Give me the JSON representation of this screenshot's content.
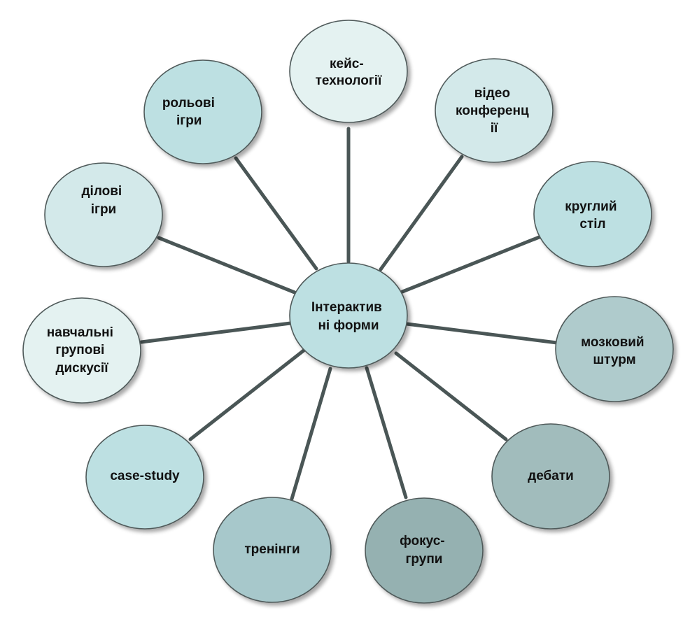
{
  "center": {
    "lines": [
      "Інтерактив",
      "ні форми"
    ],
    "fill": "#bde0e2"
  },
  "nodes": [
    {
      "id": "keis-tekhnolohii",
      "lines": [
        "кейс-",
        "технології"
      ],
      "fill": "#e4f2f1"
    },
    {
      "id": "videokonferentsii",
      "lines": [
        "відео",
        "конференц",
        "ії"
      ],
      "fill": "#d3e9ea"
    },
    {
      "id": "kruhlyi-stil",
      "lines": [
        "круглий",
        "стіл"
      ],
      "fill": "#bde0e2"
    },
    {
      "id": "mozkovyi-shturm",
      "lines": [
        "мозковий",
        "штурм"
      ],
      "fill": "#afcbcc"
    },
    {
      "id": "debaty",
      "lines": [
        "дебати"
      ],
      "fill": "#a1bcbc"
    },
    {
      "id": "fokus-hrupy",
      "lines": [
        "фокус-",
        "групи"
      ],
      "fill": "#95b1b1"
    },
    {
      "id": "treninhy",
      "lines": [
        "тренінги"
      ],
      "fill": "#a7c8cb"
    },
    {
      "id": "case-study",
      "lines": [
        "case-study"
      ],
      "fill": "#bde0e2"
    },
    {
      "id": "navchalni-hrupovi-dyskusii",
      "lines": [
        "навчальні",
        "групові",
        "дискусії"
      ],
      "fill": "#e4f2f1"
    },
    {
      "id": "dilovi-ihry",
      "lines": [
        "ділові",
        "ігри"
      ],
      "fill": "#d3e9ea"
    },
    {
      "id": "rolovi-ihry",
      "lines": [
        "рольові",
        "ігри"
      ],
      "fill": "#bde0e2"
    }
  ]
}
